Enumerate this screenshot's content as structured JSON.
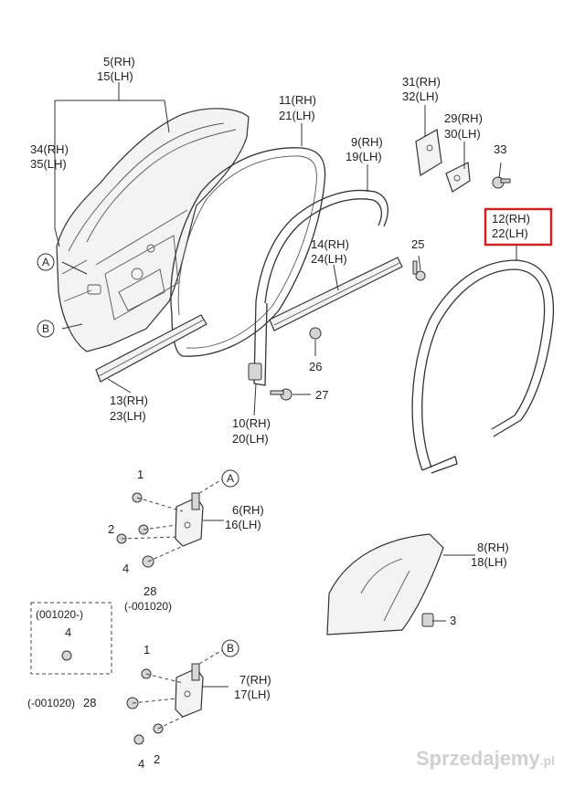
{
  "labels": {
    "p5_15": [
      "5",
      "(RH)",
      "15",
      "(LH)"
    ],
    "p34_35": [
      "34",
      "(RH)",
      "35",
      "(LH)"
    ],
    "p11_21": [
      "11",
      "(RH)",
      "21",
      "(LH)"
    ],
    "p9_19": [
      "9",
      "(RH)",
      "19",
      "(LH)"
    ],
    "p31_32": [
      "31",
      "(RH)",
      "32",
      "(LH)"
    ],
    "p29_30": [
      "29",
      "(RH)",
      "30",
      "(LH)"
    ],
    "p33": "33",
    "p12_22": [
      "12",
      "(RH)",
      "22",
      "(LH)"
    ],
    "p14_24": [
      "14",
      "(RH)",
      "24",
      "(LH)"
    ],
    "p25": "25",
    "p26": "26",
    "p27": "27",
    "p13_23": [
      "13",
      "(RH)",
      "23",
      "(LH)"
    ],
    "p10_20": [
      "10",
      "(RH)",
      "20",
      "(LH)"
    ],
    "hingeA": {
      "p1": "1",
      "p2": "2",
      "p4": "4",
      "p6_16": [
        "6",
        "(RH)",
        "16",
        "(LH)"
      ],
      "p28": "28",
      "note": "(-001020)"
    },
    "box": {
      "note": "(001020-)",
      "p4": "4"
    },
    "p8_18": [
      "8",
      "(RH)",
      "18",
      "(LH)"
    ],
    "p3": "3",
    "hingeB": {
      "p1": "1",
      "p28_note": "(-001020)",
      "p28": "28",
      "p7_17": [
        "7",
        "(RH)",
        "17",
        "(LH)"
      ],
      "p4": "4",
      "p2": "2"
    },
    "circleA": "A",
    "circleB": "B"
  },
  "watermark": "Sprzedajemy",
  "watermark_suffix": ".pl",
  "highlight_color": "#cc2222"
}
